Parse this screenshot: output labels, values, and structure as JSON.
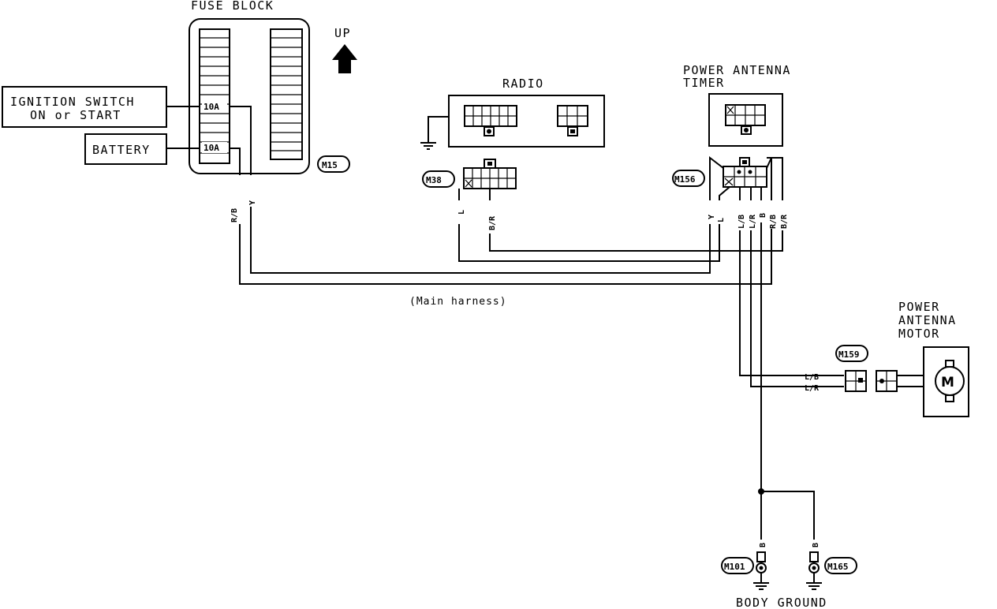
{
  "labels": {
    "fuse_block": "FUSE BLOCK",
    "up": "UP",
    "ignition_switch_line1": "IGNITION SWITCH",
    "ignition_switch_line2": "ON or START",
    "battery": "BATTERY",
    "radio": "RADIO",
    "power_antenna_timer_line1": "POWER ANTENNA",
    "power_antenna_timer_line2": "TIMER",
    "power_antenna_motor_line1": "POWER",
    "power_antenna_motor_line2": "ANTENNA",
    "power_antenna_motor_line3": "MOTOR",
    "main_harness": "(Main harness)",
    "body_ground": "BODY GROUND",
    "motor_symbol": "M"
  },
  "fuses": {
    "ignition": "10A",
    "battery": "10A"
  },
  "connectors": {
    "fuse_block": "M15",
    "radio": "M38",
    "timer": "M156",
    "motor": "M159",
    "ground_left": "M101",
    "ground_right": "M165"
  },
  "wire_colors": {
    "fuse_rb": "R/B",
    "fuse_y": "Y",
    "radio_l": "L",
    "radio_br": "B/R",
    "timer_y": "Y",
    "timer_l": "L",
    "timer_lb": "L/B",
    "timer_lr": "L/R",
    "timer_b": "B",
    "timer_rb": "R/B",
    "timer_br": "B/R",
    "motor_lb": "L/B",
    "motor_lr": "L/R",
    "ground_b1": "B",
    "ground_b2": "B"
  }
}
